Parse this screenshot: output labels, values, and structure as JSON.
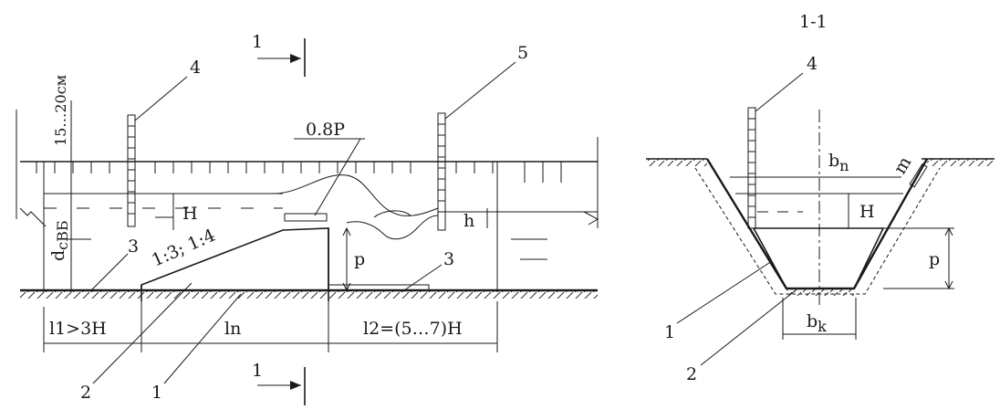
{
  "labels": {
    "section_mark": "1",
    "section_title": "1-1",
    "callout_1": "1",
    "callout_2": "2",
    "callout_3": "3",
    "callout_4": "4",
    "callout_5": "5",
    "depth_range": "15…20см",
    "depth_main": "d",
    "depth_sub": "сВБ",
    "head": "H",
    "crest_width": "0.8P",
    "slope_ratio": "1:3;  1:4",
    "height_p": "p",
    "height_h": "h",
    "length_l1": "l1>3H",
    "length_ln": "ln",
    "length_l2": "l2=(5…7)H",
    "width_top": "b",
    "width_top_sub": "n",
    "width_bottom": "b",
    "width_bottom_sub": "k",
    "slope_m": "m"
  }
}
